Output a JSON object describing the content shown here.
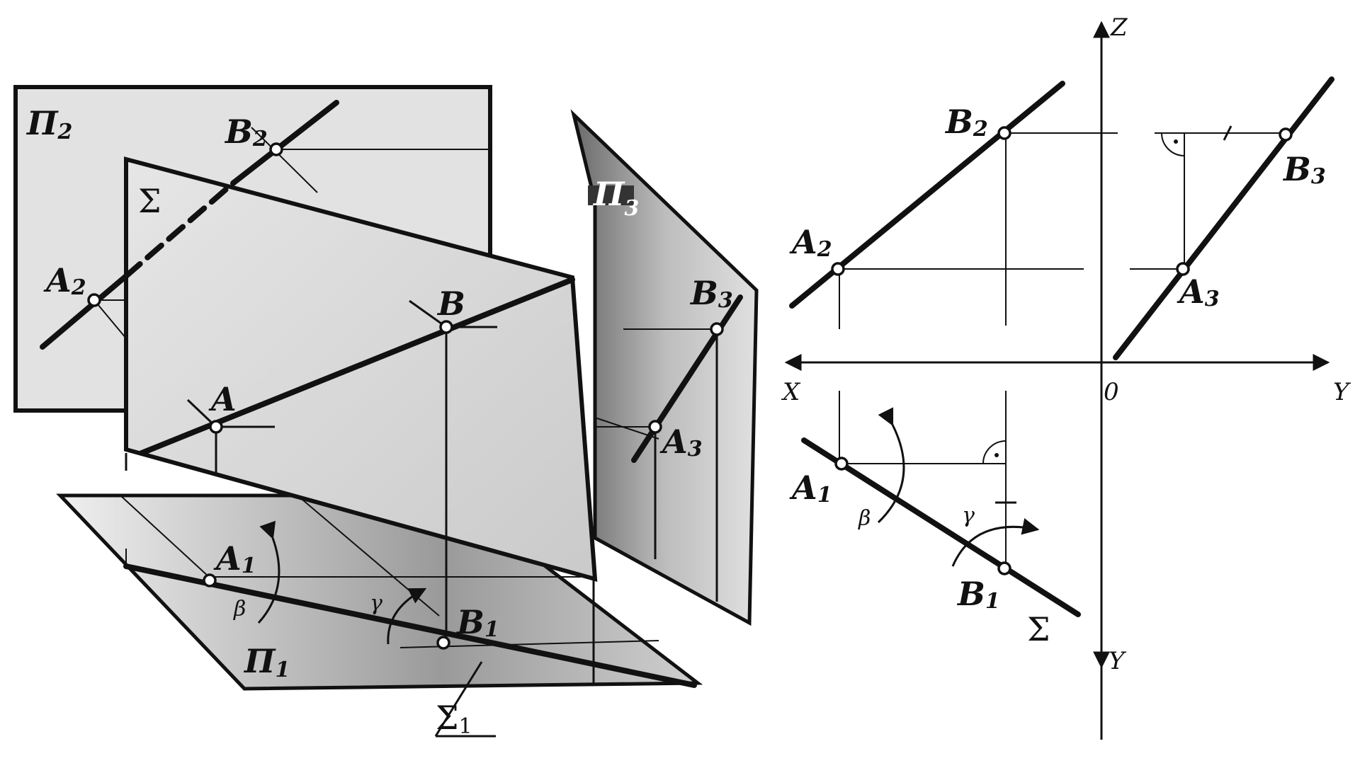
{
  "colors": {
    "ink": "#111111",
    "plane": "#e2e2e2",
    "plane_dark": "#cfcfcf",
    "shade": "#8a8a8a"
  },
  "pictorial": {
    "plane_frontal": {
      "name": "П",
      "index": "2"
    },
    "plane_horizontal": {
      "name": "П",
      "index": "1"
    },
    "plane_profile": {
      "name": "П",
      "index": "3"
    },
    "plane_sigma": {
      "name": "Σ"
    },
    "trace_sigma1": {
      "name": "Σ",
      "index": "1"
    },
    "points": {
      "A": {
        "name": "A",
        "index": ""
      },
      "B": {
        "name": "B",
        "index": ""
      },
      "A1": {
        "name": "A",
        "index": "1"
      },
      "B1": {
        "name": "B",
        "index": "1"
      },
      "A2": {
        "name": "A",
        "index": "2"
      },
      "B2": {
        "name": "B",
        "index": "2"
      },
      "A3": {
        "name": "A",
        "index": "3"
      },
      "B3": {
        "name": "B",
        "index": "3"
      }
    },
    "angles": {
      "beta": "β",
      "gamma": "γ"
    }
  },
  "epure": {
    "axes": {
      "x": "X",
      "y_right": "Y",
      "y_down": "Y",
      "z": "Z",
      "origin": "0"
    },
    "points": {
      "A1": {
        "name": "A",
        "index": "1"
      },
      "B1": {
        "name": "B",
        "index": "1"
      },
      "A2": {
        "name": "A",
        "index": "2"
      },
      "B2": {
        "name": "B",
        "index": "2"
      },
      "A3": {
        "name": "A",
        "index": "3"
      },
      "B3": {
        "name": "B",
        "index": "3"
      }
    },
    "sigma": "Σ",
    "angles": {
      "beta": "β",
      "gamma": "γ"
    }
  }
}
